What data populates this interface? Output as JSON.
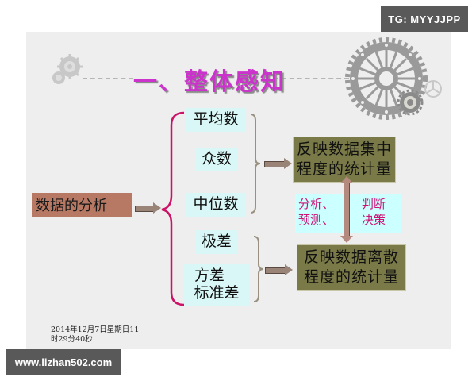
{
  "badges": {
    "top_right": "TG: MYYJJPP",
    "bottom_left": "www.lizhan502.com"
  },
  "slide": {
    "title": "一、整体感知",
    "root": "数据的分析",
    "group_central": {
      "items": [
        "平均数",
        "众数",
        "中位数"
      ],
      "result": [
        "反映数据集中",
        "程度的统计量"
      ]
    },
    "group_dispersion": {
      "items": [
        "极差",
        "方差",
        "标准差"
      ],
      "result": [
        "反映数据离散",
        "程度的统计量"
      ]
    },
    "middle_note": {
      "left": [
        "分析、",
        "预测、"
      ],
      "right": [
        "判断",
        "决策"
      ]
    },
    "timestamp": [
      "2014年12月7日星期日11",
      "时29分40秒"
    ]
  },
  "colors": {
    "title": "#cc33cc",
    "root_box": "#b87964",
    "item_box": "#d9f7f7",
    "result_box": "#7a7a48",
    "brace_main": "#cc1166",
    "brace_secondary": "#999080",
    "middle_text": "#cc1177"
  }
}
